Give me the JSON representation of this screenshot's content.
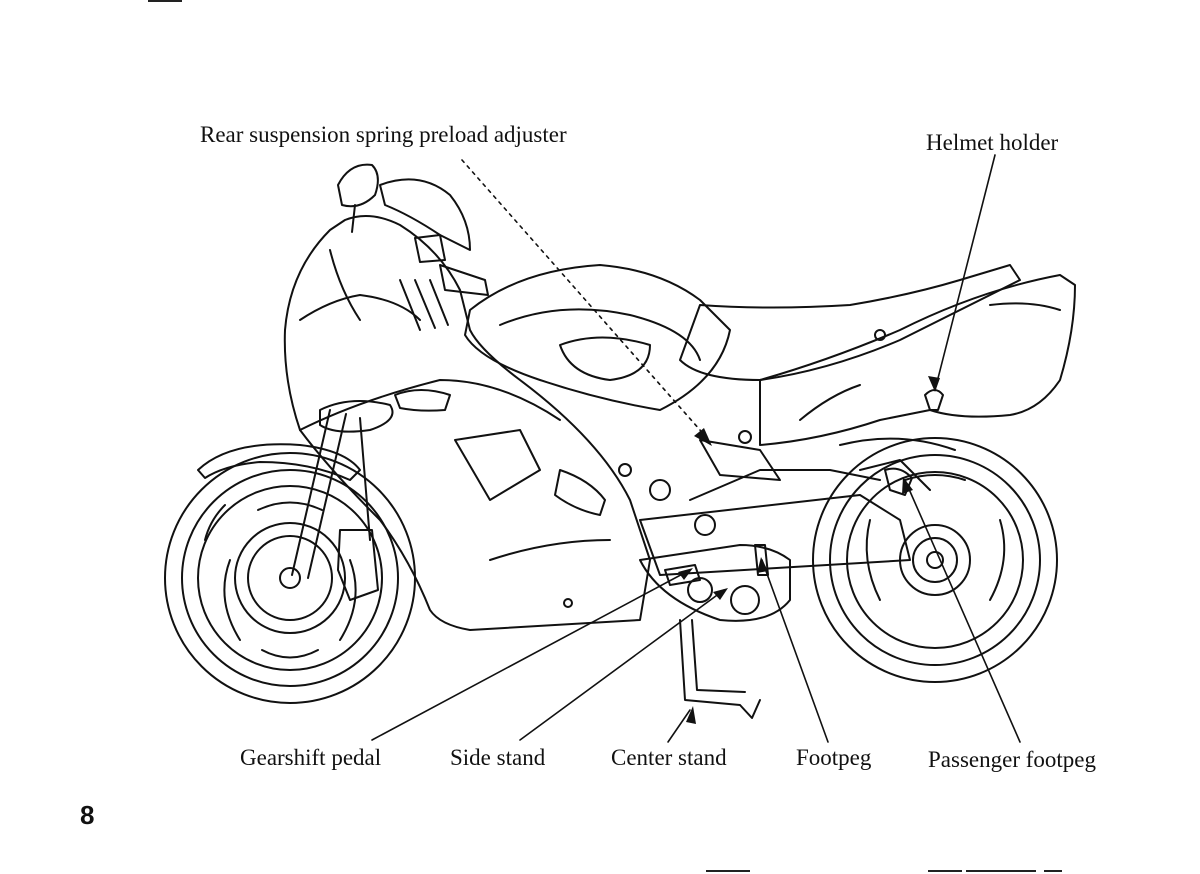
{
  "page": {
    "number": "8"
  },
  "labels": {
    "rear_suspension": "Rear suspension spring preload adjuster",
    "helmet_holder": "Helmet holder",
    "gearshift_pedal": "Gearshift pedal",
    "side_stand": "Side stand",
    "center_stand": "Center stand",
    "footpeg": "Footpeg",
    "passenger_footpeg": "Passenger footpeg"
  }
}
